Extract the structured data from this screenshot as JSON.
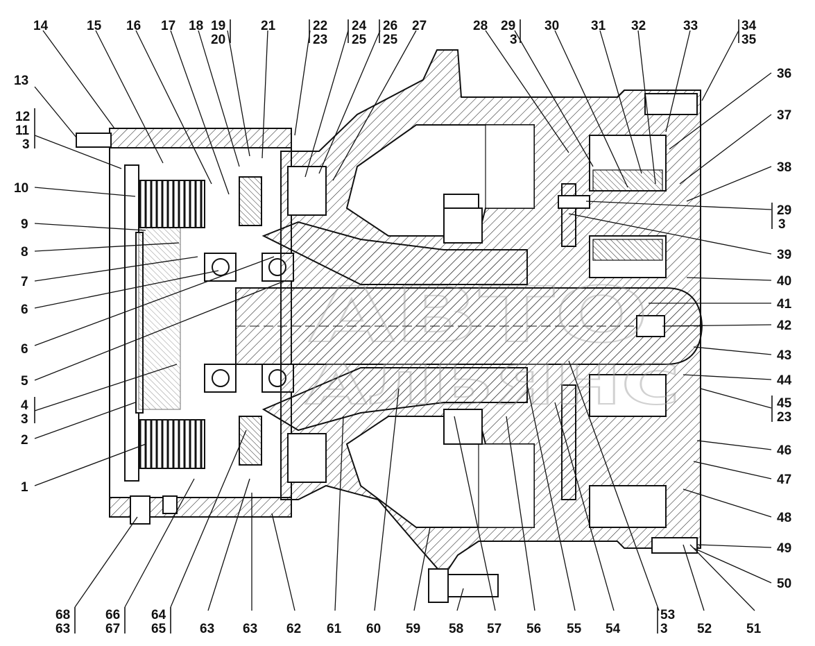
{
  "watermark": {
    "line1": "АВТО",
    "line2": "АЛЬЯНС"
  },
  "callouts_top": [
    "14",
    "15",
    "16",
    "17",
    "18",
    "19",
    "20",
    "21",
    "22",
    "23",
    "24",
    "25",
    "26",
    "25",
    "27",
    "28",
    "29",
    "3",
    "30",
    "31",
    "32",
    "33",
    "34",
    "35"
  ],
  "callouts_left": [
    "13",
    "12",
    "11",
    "3",
    "10",
    "9",
    "8",
    "7",
    "6",
    "6",
    "5",
    "4",
    "3",
    "2",
    "1"
  ],
  "callouts_right": [
    "36",
    "37",
    "38",
    "29",
    "3",
    "39",
    "40",
    "41",
    "42",
    "43",
    "44",
    "45",
    "23",
    "46",
    "47",
    "48",
    "49",
    "50"
  ],
  "callouts_bottom": [
    "68",
    "63",
    "66",
    "67",
    "64",
    "65",
    "63",
    "63",
    "62",
    "61",
    "60",
    "59",
    "58",
    "57",
    "56",
    "55",
    "54",
    "53",
    "3",
    "52",
    "51"
  ]
}
